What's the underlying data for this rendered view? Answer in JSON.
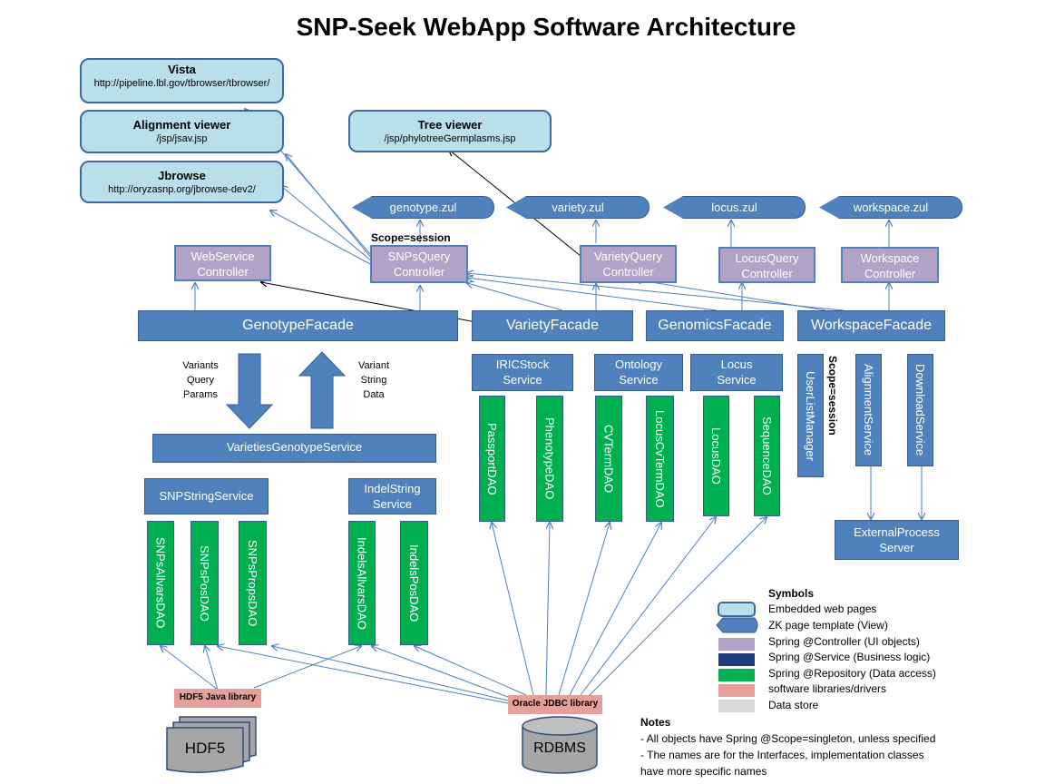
{
  "title": "SNP-Seek WebApp Software Architecture",
  "web_pages": [
    {
      "title": "Vista",
      "url": "http://pipeline.lbl.gov/tbrowser/tbrowser/"
    },
    {
      "title": "Alignment viewer",
      "url": "/jsp/jsav.jsp"
    },
    {
      "title": "Jbrowse",
      "url": "http://oryzasnp.org/jbrowse-dev2/"
    },
    {
      "title": "Tree viewer",
      "url": "/jsp/phylotreeGermplasms.jsp"
    }
  ],
  "zul_pages": [
    "genotype.zul",
    "variety.zul",
    "locus.zul",
    "workspace.zul"
  ],
  "controllers": {
    "webservice": "WebService\nController",
    "snpsquery": "SNPsQuery\nController",
    "varietyquery": "VarietyQuery\nController",
    "locusquery": "LocusQuery\nController",
    "workspace": "Workspace\nController"
  },
  "scope_session": "Scope=session",
  "facades": [
    "GenotypeFacade",
    "VarietyFacade",
    "GenomicsFacade",
    "WorkspaceFacade"
  ],
  "arrow_labels": {
    "down": "Variants\nQuery\nParams",
    "up": "Variant\nString\nData"
  },
  "services": {
    "varieties_genotype": "VarietiesGenotypeService",
    "snp_string": "SNPStringService",
    "indel_string": "IndelString\nService",
    "iricstock": "IRICStock\nService",
    "ontology": "Ontology\nService",
    "locus": "Locus\nService",
    "external_process": "ExternalProcess\nServer"
  },
  "vertical_services": [
    "UserListManager",
    "AlignmentService",
    "DownloadService"
  ],
  "daos": [
    "SNPsAllvarsDAO",
    "SNPsPosDAO",
    "SNPsPropsDAO",
    "IndelsAllvarsDAO",
    "IndelsPosDAO",
    "PassportDAO",
    "PhenotypeDAO",
    "CVTermDAO",
    "LocusCvTermDAO",
    "LocusDAO",
    "SequenceDAO"
  ],
  "libraries": {
    "hdf5_lib": "HDF5 Java library",
    "oracle_lib": "Oracle JDBC library"
  },
  "data_stores": {
    "hdf5": "HDF5",
    "rdbms": "RDBMS"
  },
  "legend": {
    "title": "Symbols",
    "items": [
      {
        "label": "Embedded web pages",
        "color": "#b9dfea"
      },
      {
        "label": "ZK page template (View)",
        "color": "#4f81bd"
      },
      {
        "label": "Spring @Controller (UI objects)",
        "color": "#b3a2c7"
      },
      {
        "label": "Spring @Service  (Business logic)",
        "color": "#1f3d7a"
      },
      {
        "label": "Spring @Repository (Data access)",
        "color": "#00b050"
      },
      {
        "label": "software libraries/drivers",
        "color": "#e6a09b"
      },
      {
        "label": "Data store",
        "color": "#d9d9d9"
      }
    ]
  },
  "notes": {
    "title": "Notes",
    "lines": [
      "- All objects have Spring @Scope=singleton, unless specified",
      "- The names are for the Interfaces, implementation classes",
      "have more specific names"
    ]
  }
}
